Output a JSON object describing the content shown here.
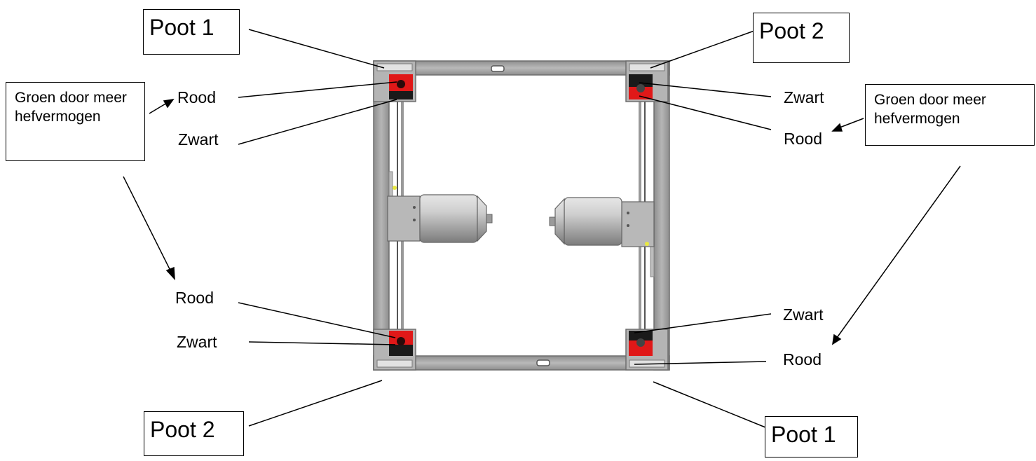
{
  "labels": {
    "poot_1": "Poot 1",
    "poot_2": "Poot 2",
    "rood": "Rood",
    "zwart": "Zwart",
    "groen_left": "Groen door meer hefvermogen",
    "groen_right": "Groen door meer hefvermogen"
  },
  "colors": {
    "frame": "#a3a3a3",
    "frame_edge": "#6e6e6e",
    "rood": "#e01818",
    "zwart": "#1a1a1a",
    "motor": "#c8c8c8",
    "yellow_marker": "#e8e840"
  }
}
